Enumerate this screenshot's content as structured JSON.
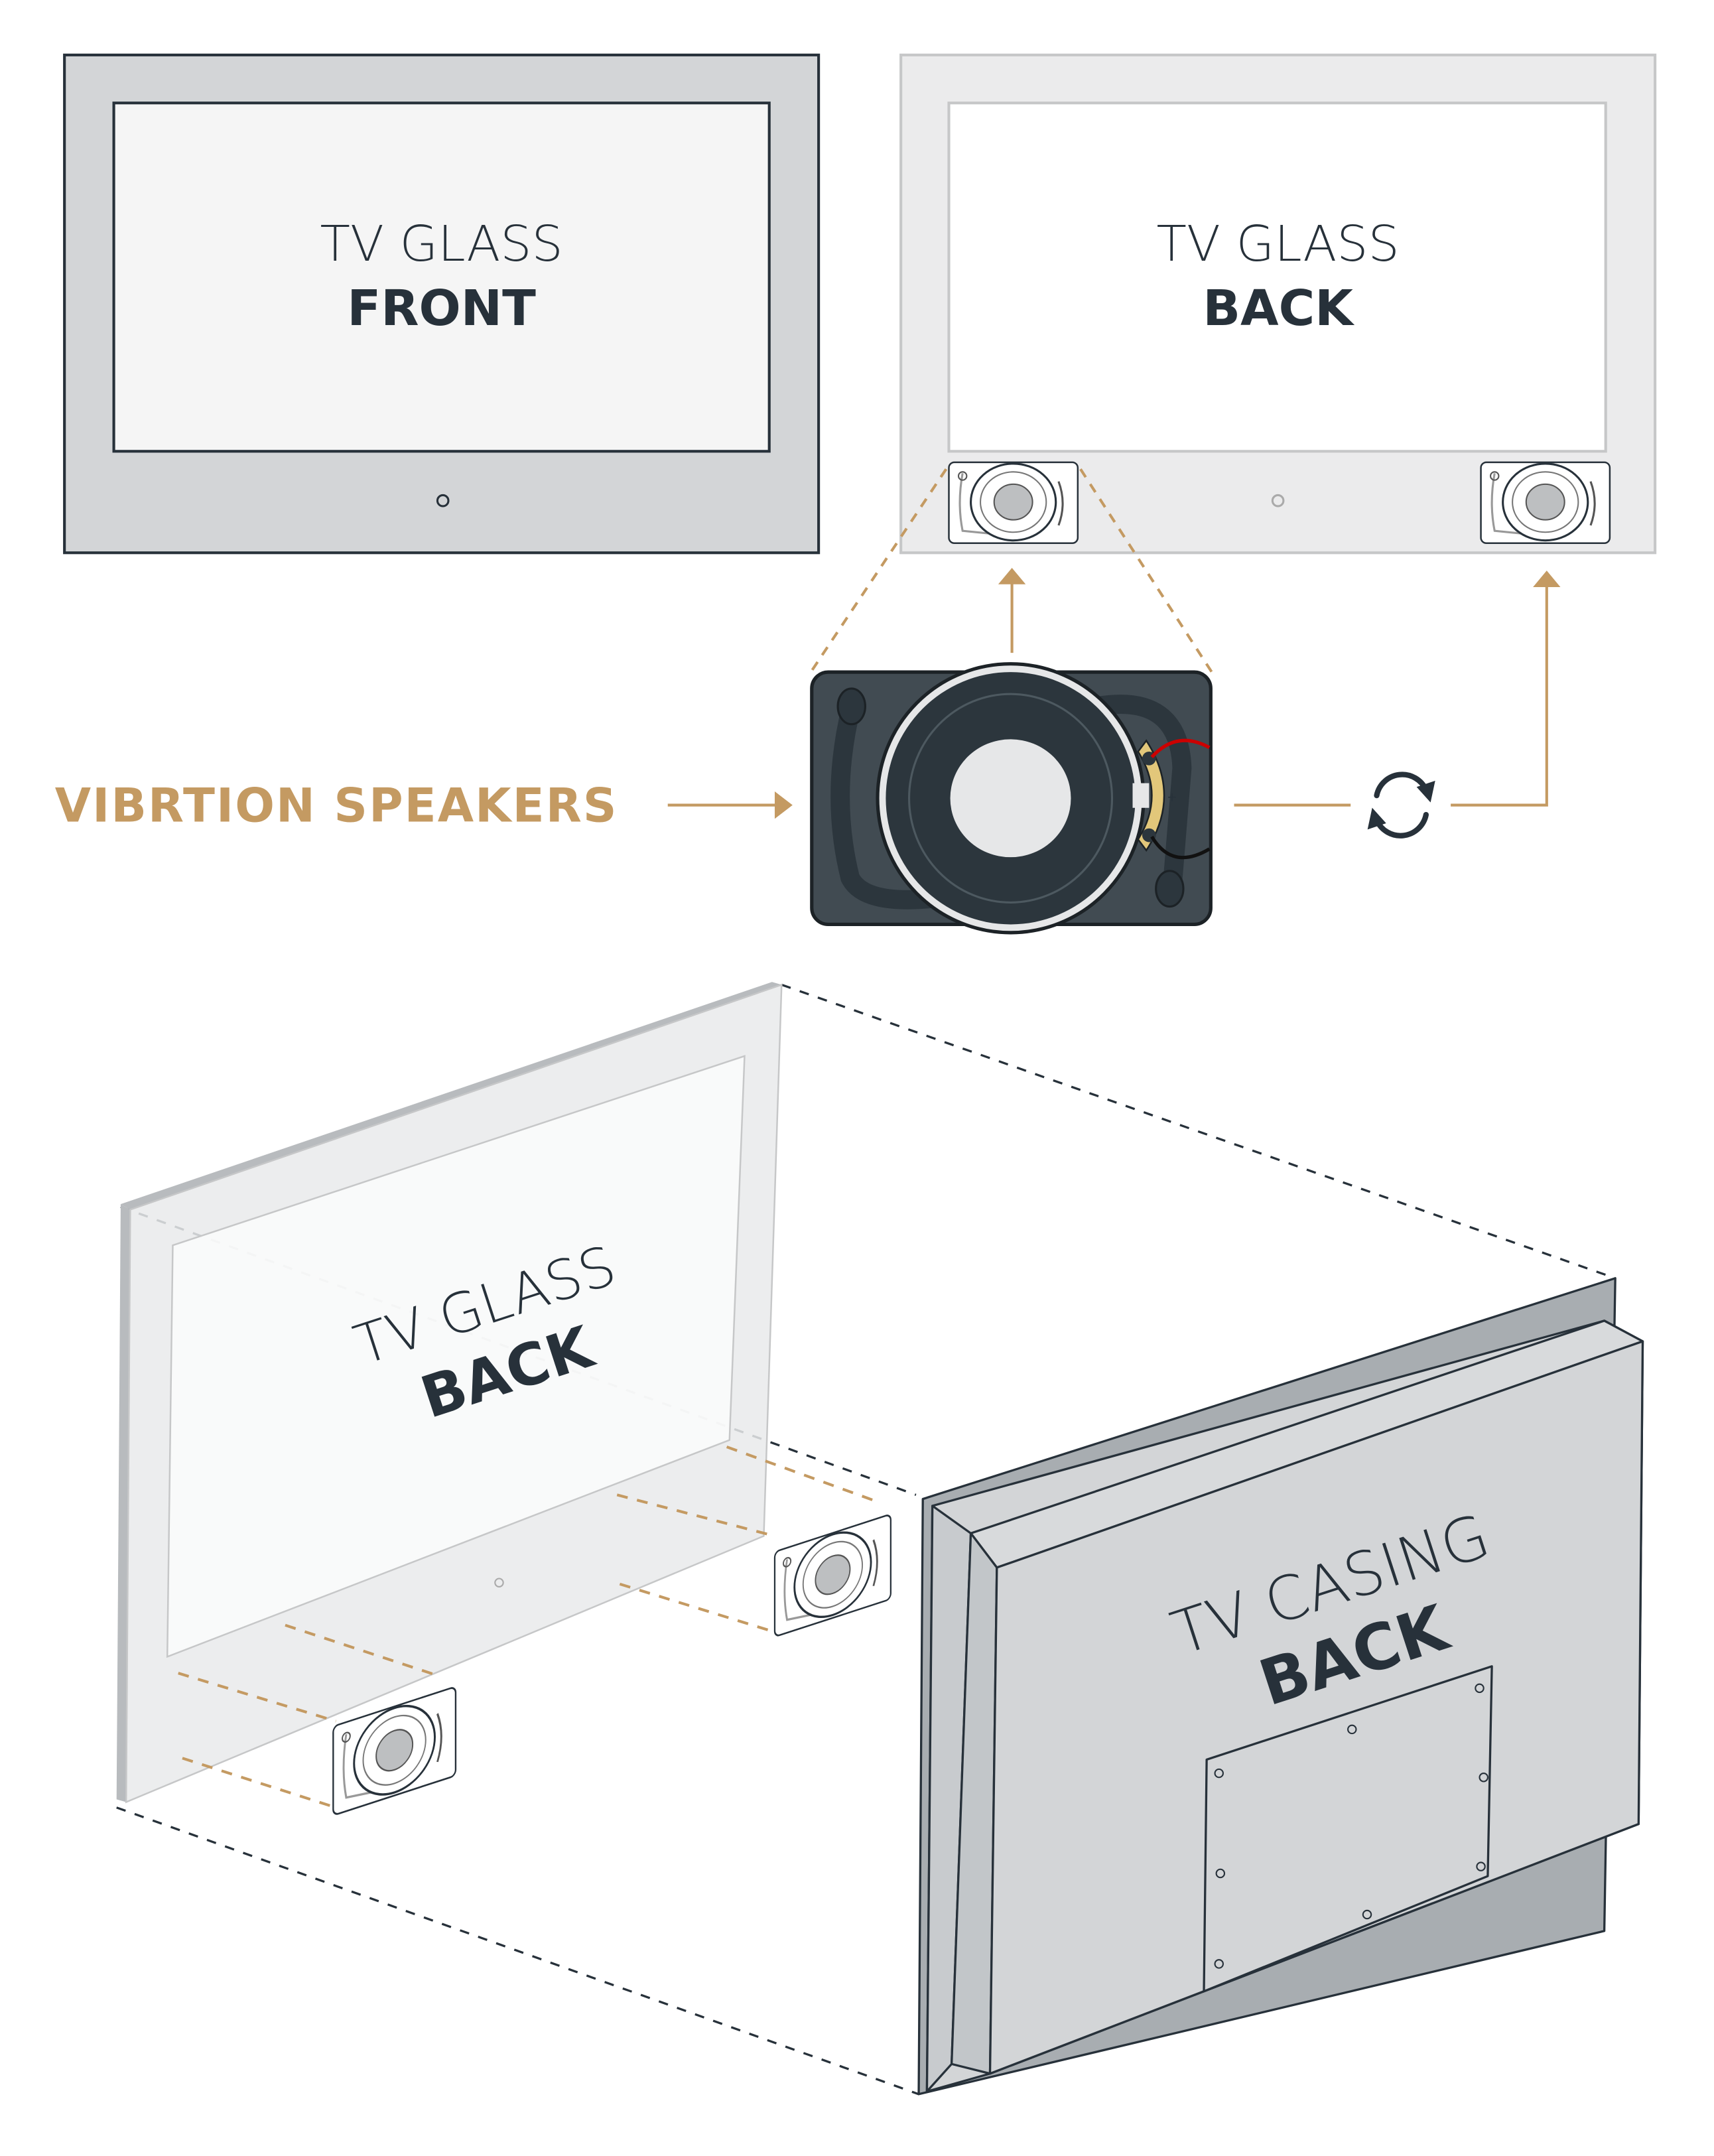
{
  "front_tv": {
    "line1": "TV GLASS",
    "line2": "FRONT"
  },
  "back_tv": {
    "line1": "TV GLASS",
    "line2": "BACK"
  },
  "speaker_label": "VIBRTION SPEAKERS",
  "glass_3d": {
    "line1": "TV GLASS",
    "line2": "BACK"
  },
  "casing_3d": {
    "line1": "TV CASING",
    "line2": "BACK"
  },
  "colors": {
    "accent": "#c49a62",
    "dark": "#27313a",
    "panel": "#d3d5d7",
    "speaker": "#414b52",
    "red_wire": "#cc0000"
  },
  "icons": {
    "rotate": "sync-icon",
    "terminal": "plus-icon"
  }
}
